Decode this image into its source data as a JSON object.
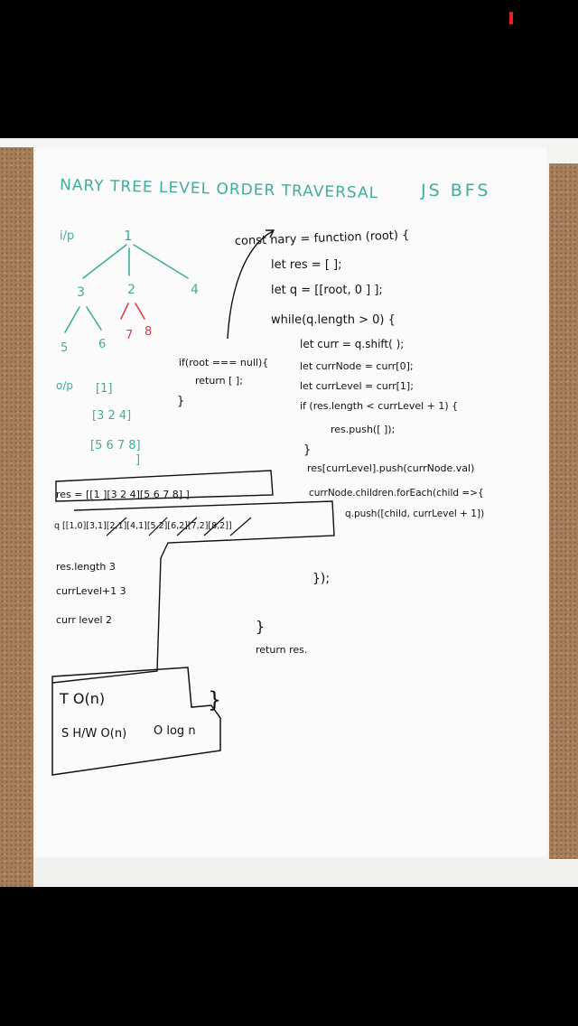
{
  "title": "NARY TREE LEVEL ORDER TRAVERSAL",
  "title_tag": "JS BFS",
  "input_label": "i/p",
  "output_label": "o/p",
  "tree": {
    "root": "1",
    "level2": [
      "3",
      "2",
      "4"
    ],
    "level3_black": [
      "5",
      "6"
    ],
    "level3_red": [
      "7",
      "8"
    ]
  },
  "output_levels": [
    "[1]",
    "[3 2 4]",
    "[5 6 7 8]",
    "]"
  ],
  "code_lines": [
    "const nary = function (root) {",
    "let res = [ ];",
    "let q = [[root, 0 ] ];",
    "while(q.length > 0) {",
    "let curr = q.shift( );",
    "let currNode = curr[0];",
    "let currLevel = curr[1];",
    "if (res.length < currLevel + 1) {",
    "res.push([ ]);",
    "}",
    "res[currLevel].push(currNode.val)",
    "currNode.children.forEach(child =>{",
    "q.push([child, currLevel + 1])",
    "});",
    "}",
    "return res."
  ],
  "guard_lines": [
    "if(root === null){",
    "return [ ];",
    "}"
  ],
  "trace": {
    "res_line": "res = [[1 ][3 2 4][5 6 7 8] ]",
    "q_line": "q [[1,0][3,1][2,1][4,1][5,2][6,2][7,2][8,2]]",
    "vars": [
      "res.length 3",
      "currLevel+1 3",
      "curr level 2"
    ]
  },
  "complexity": {
    "time": "T O(n)",
    "space": "S H/W O(n)",
    "space_best": "O log n"
  },
  "colors": {
    "teal": "#3fae9a",
    "red": "#d6404b",
    "ink": "#111111",
    "recording": "#e8231c"
  }
}
